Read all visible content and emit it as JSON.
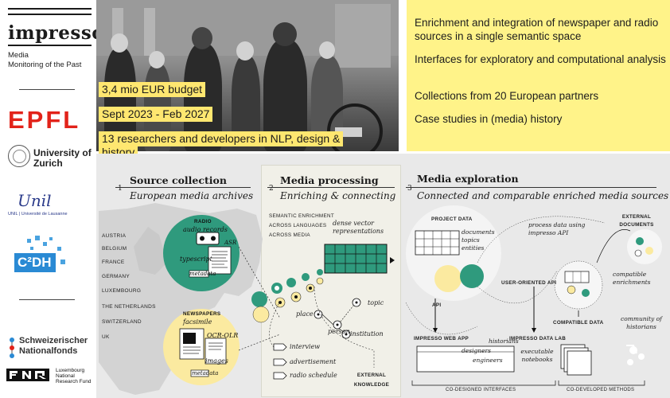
{
  "logos": {
    "impresso": "impresso",
    "impresso_tagline_1": "Media",
    "impresso_tagline_2": "Monitoring of the Past",
    "epfl": "EPFL",
    "uzh_1": "University of",
    "uzh_2": "Zurich",
    "unil_script": "Unil",
    "unil_sub": "UNIL | Université de Lausanne",
    "c2dh": "C²DH",
    "snf_1": "Schweizerischer",
    "snf_2": "Nationalfonds",
    "fnr_1": "Luxembourg",
    "fnr_2": "National",
    "fnr_3": "Research Fund"
  },
  "photo_banners": [
    "3,4 mio EUR budget",
    "Sept 2023 - Feb 2027",
    "13 researchers and developers in NLP, design &",
    "history"
  ],
  "highlights": [
    "Enrichment and integration of newspaper and radio sources in a single semantic space",
    "Interfaces for exploratory and computational analysis",
    "Collections from 20 European partners",
    "Case studies in (media) history"
  ],
  "source_collection": {
    "number": "1",
    "title": "Source collection",
    "subtitle": "European media archives",
    "countries": [
      "AUSTRIA",
      "BELGIUM",
      "FRANCE",
      "GERMANY",
      "LUXEMBOURG",
      "THE NETHERLANDS",
      "SWITZERLAND",
      "UK"
    ],
    "radio": {
      "label": "RADIO",
      "items": [
        "audio records",
        "ASR",
        "typescript",
        "metadata"
      ]
    },
    "newspapers": {
      "label": "NEWSPAPERS",
      "items": [
        "facsimile",
        "OCR-OLR",
        "images",
        "metadata"
      ]
    }
  },
  "media_processing": {
    "number": "2",
    "title": "Media processing",
    "subtitle": "Enriching & connecting",
    "enrichment": [
      "SEMANTIC ENRICHMENT",
      "ACROSS LANGUAGES",
      "ACROSS MEDIA"
    ],
    "dense_vector": "dense vector representations",
    "entities": [
      "topic",
      "place",
      "person",
      "institution"
    ],
    "content_types": [
      "interview",
      "advertisement",
      "radio schedule"
    ],
    "external_knowledge": "EXTERNAL KNOWLEDGE"
  },
  "media_exploration": {
    "number": "3",
    "title": "Media exploration",
    "subtitle": "Connected and comparable enriched media sources",
    "project_data": "PROJECT DATA",
    "project_items": [
      "documents",
      "topics",
      "entities"
    ],
    "process_note": "process data using impresso API",
    "external_documents": "EXTERNAL DOCUMENTS",
    "compatible_enrichments": "compatible enrichments",
    "user_api": "USER-ORIENTED API",
    "api": "API",
    "compatible_data": "COMPATIBLE DATA",
    "community": "community of historians",
    "web_app": "IMPRESSO WEB APP",
    "data_lab": "IMPRESSO DATA LAB",
    "roles": [
      "historians",
      "designers",
      "engineers"
    ],
    "notebooks": "executable notebooks",
    "co_designed": "CO-DESIGNED INTERFACES",
    "co_developed": "CO-DEVELOPED METHODS"
  },
  "colors": {
    "accent_yellow": "#fff389",
    "teal": "#2f9a7d",
    "light_yellow": "#fbeaa0",
    "epfl_red": "#e2231a"
  }
}
